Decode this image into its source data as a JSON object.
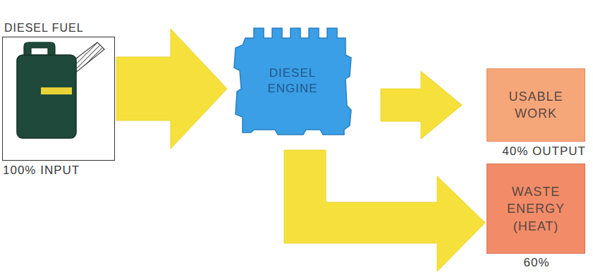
{
  "diagram": {
    "nodes": [
      {
        "text": [
          "DIESEL FUEL",
          "100% INPUT"
        ]
      },
      {
        "text": [
          "DIESEL ENGINE"
        ]
      },
      {
        "text": [
          "USABLE WORK",
          "40% OUTPUT"
        ]
      },
      {
        "text": [
          "WASTE ENERGY (HEAT)",
          "60%"
        ]
      }
    ],
    "edges": [
      {
        "from": 0,
        "to": 1,
        "arrow": "to"
      },
      {
        "from": 1,
        "to": 2,
        "arrow": "to"
      },
      {
        "from": 1,
        "to": 3,
        "arrow": "to"
      }
    ]
  }
}
